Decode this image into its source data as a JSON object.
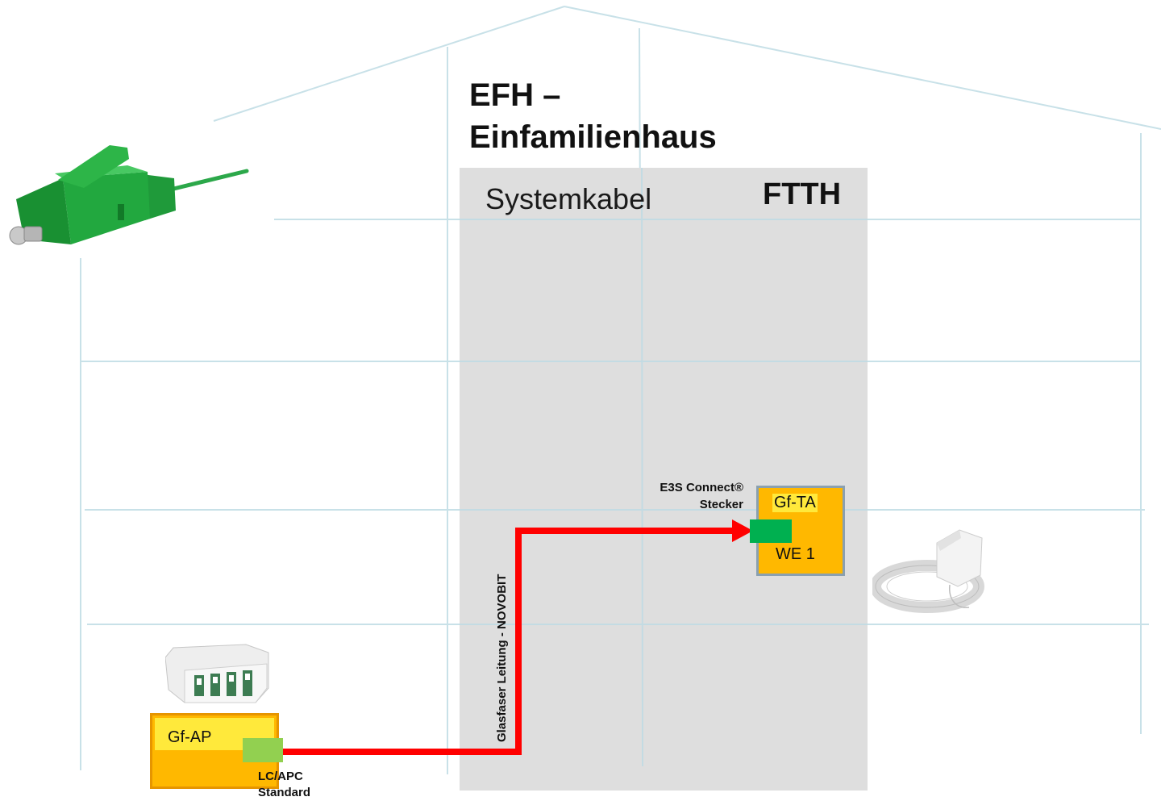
{
  "diagram": {
    "title_line1": "EFH –",
    "title_line2": "Einfamilienhaus",
    "panel_label": "Systemkabel",
    "panel_tag": "FTTH",
    "gf_ta": {
      "label": "Gf-TA",
      "unit": "WE 1"
    },
    "connector_label_line1": "E3S Connect®",
    "connector_label_line2": "Stecker",
    "gf_ap": {
      "label": "Gf-AP"
    },
    "lc_label_line1": "LC/APC",
    "lc_label_line2": "Standard",
    "cable_label": "Glasfaser Leitung - NOVOBIT"
  },
  "colors": {
    "cable": "#ff0000",
    "box_fill": "#ffb800",
    "label_highlight": "#ffe93b",
    "connector_e3s": "#00b050",
    "connector_lc": "#92d050",
    "house_lines": "#c8e1e8",
    "panel": "#dedede"
  },
  "icons": [
    "lc-connector-photo-icon",
    "gf-ap-box-photo-icon",
    "fiber-cable-reel-photo-icon"
  ]
}
